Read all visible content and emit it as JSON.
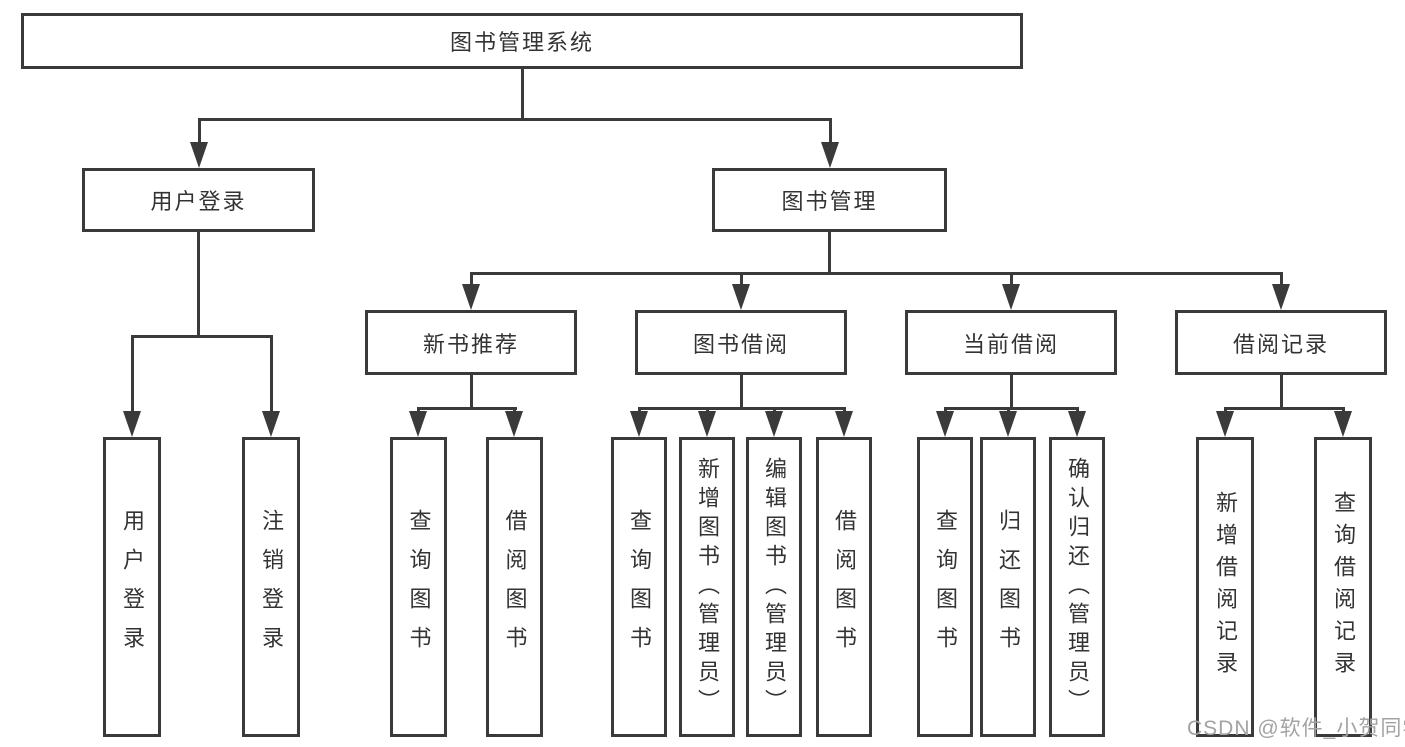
{
  "diagram_title": "图书管理系统",
  "tree": {
    "label": "图书管理系统",
    "children": [
      {
        "label": "用户登录",
        "children": [
          {
            "label": "用户登录"
          },
          {
            "label": "注销登录"
          }
        ]
      },
      {
        "label": "图书管理",
        "children": [
          {
            "label": "新书推荐",
            "children": [
              {
                "label": "查询图书"
              },
              {
                "label": "借阅图书"
              }
            ]
          },
          {
            "label": "图书借阅",
            "children": [
              {
                "label": "查询图书"
              },
              {
                "label": "新增图书（管理员）"
              },
              {
                "label": "编辑图书（管理员）"
              },
              {
                "label": "借阅图书"
              }
            ]
          },
          {
            "label": "当前借阅",
            "children": [
              {
                "label": "查询图书"
              },
              {
                "label": "归还图书"
              },
              {
                "label": "确认归还（管理员）"
              }
            ]
          },
          {
            "label": "借阅记录",
            "children": [
              {
                "label": "新增借阅记录"
              },
              {
                "label": "查询借阅记录"
              }
            ]
          }
        ]
      }
    ]
  },
  "watermark": {
    "text": "CSDN @软件_小贺同学"
  },
  "colors": {
    "line": "#3a3a3a",
    "text": "#333333",
    "node_fill": "#ffffff",
    "watermark": "#a3a3a3",
    "background": "#ffffff"
  }
}
